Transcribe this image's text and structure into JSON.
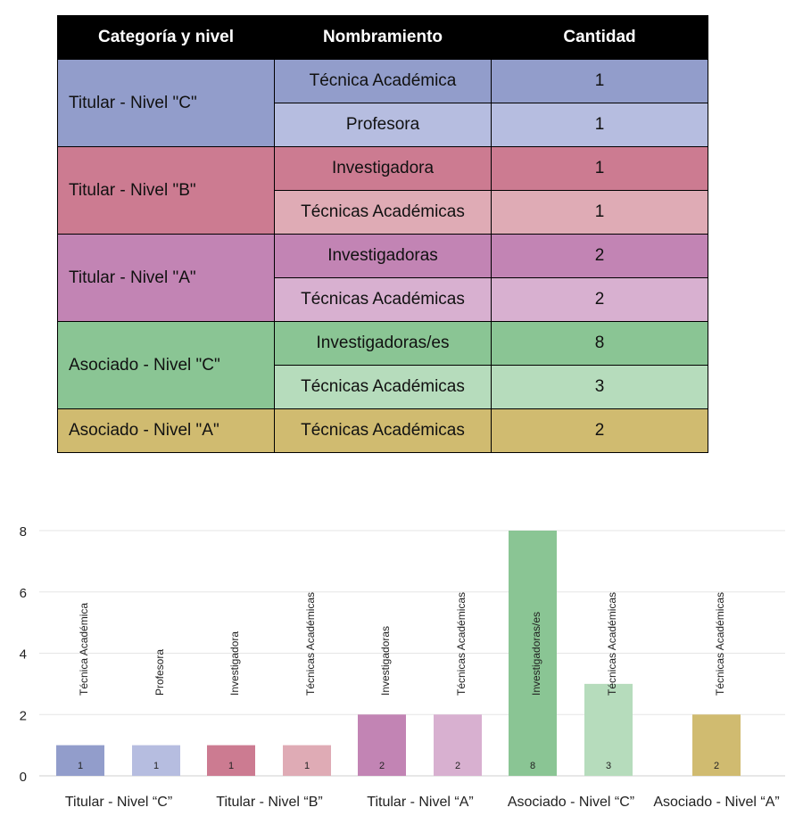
{
  "table": {
    "headers": [
      "Categoría y nivel",
      "Nombramiento",
      "Cantidad"
    ],
    "groups": [
      {
        "category": "Titular - Nivel \"C\"",
        "dark": "#929dcb",
        "light": "#b6bde0",
        "rows": [
          {
            "name": "Técnica Académica",
            "qty": "1"
          },
          {
            "name": "Profesora",
            "qty": "1"
          }
        ]
      },
      {
        "category": "Titular - Nivel \"B\"",
        "dark": "#cc7b91",
        "light": "#dfabb5",
        "rows": [
          {
            "name": "Investigadora",
            "qty": "1"
          },
          {
            "name": "Técnicas Académicas",
            "qty": "1"
          }
        ]
      },
      {
        "category": "Titular - Nivel \"A\"",
        "dark": "#c284b4",
        "light": "#d8b0d0",
        "rows": [
          {
            "name": "Investigadoras",
            "qty": "2"
          },
          {
            "name": "Técnicas Académicas",
            "qty": "2"
          }
        ]
      },
      {
        "category": "Asociado - Nivel \"C\"",
        "dark": "#8ac594",
        "light": "#b6dcbc",
        "rows": [
          {
            "name": "Investigadoras/es",
            "qty": "8"
          },
          {
            "name": "Técnicas Académicas",
            "qty": "3"
          }
        ]
      },
      {
        "category": "Asociado - Nivel \"A\"",
        "dark": "#d0bb70",
        "light": "#d0bb70",
        "rows": [
          {
            "name": "Técnicas Académicas",
            "qty": "2"
          }
        ]
      }
    ]
  },
  "chart_data": {
    "type": "bar",
    "ylim": [
      0,
      8
    ],
    "yticks": [
      0,
      2,
      4,
      6,
      8
    ],
    "grid": true,
    "groups": [
      {
        "label": "Titular - Nivel “C”",
        "bars": [
          {
            "name": "Técnica Académica",
            "value": 1,
            "color": "#929dcb"
          },
          {
            "name": "Profesora",
            "value": 1,
            "color": "#b6bde0"
          }
        ]
      },
      {
        "label": "Titular - Nivel “B”",
        "bars": [
          {
            "name": "Investigadora",
            "value": 1,
            "color": "#cc7b91"
          },
          {
            "name": "Técnicas Académicas",
            "value": 1,
            "color": "#dfabb5"
          }
        ]
      },
      {
        "label": "Titular - Nivel “A”",
        "bars": [
          {
            "name": "Investigadoras",
            "value": 2,
            "color": "#c284b4"
          },
          {
            "name": "Técnicas Académicas",
            "value": 2,
            "color": "#d8b0d0"
          }
        ]
      },
      {
        "label": "Asociado - Nivel “C”",
        "bars": [
          {
            "name": "Investigadoras/es",
            "value": 8,
            "color": "#8ac594"
          },
          {
            "name": "Técnicas Académicas",
            "value": 3,
            "color": "#b6dcbc"
          }
        ]
      },
      {
        "label": "Asociado - Nivel “A”",
        "bars": [
          {
            "name": "Técnicas Académicas",
            "value": 2,
            "color": "#d0bb70"
          }
        ]
      }
    ]
  }
}
